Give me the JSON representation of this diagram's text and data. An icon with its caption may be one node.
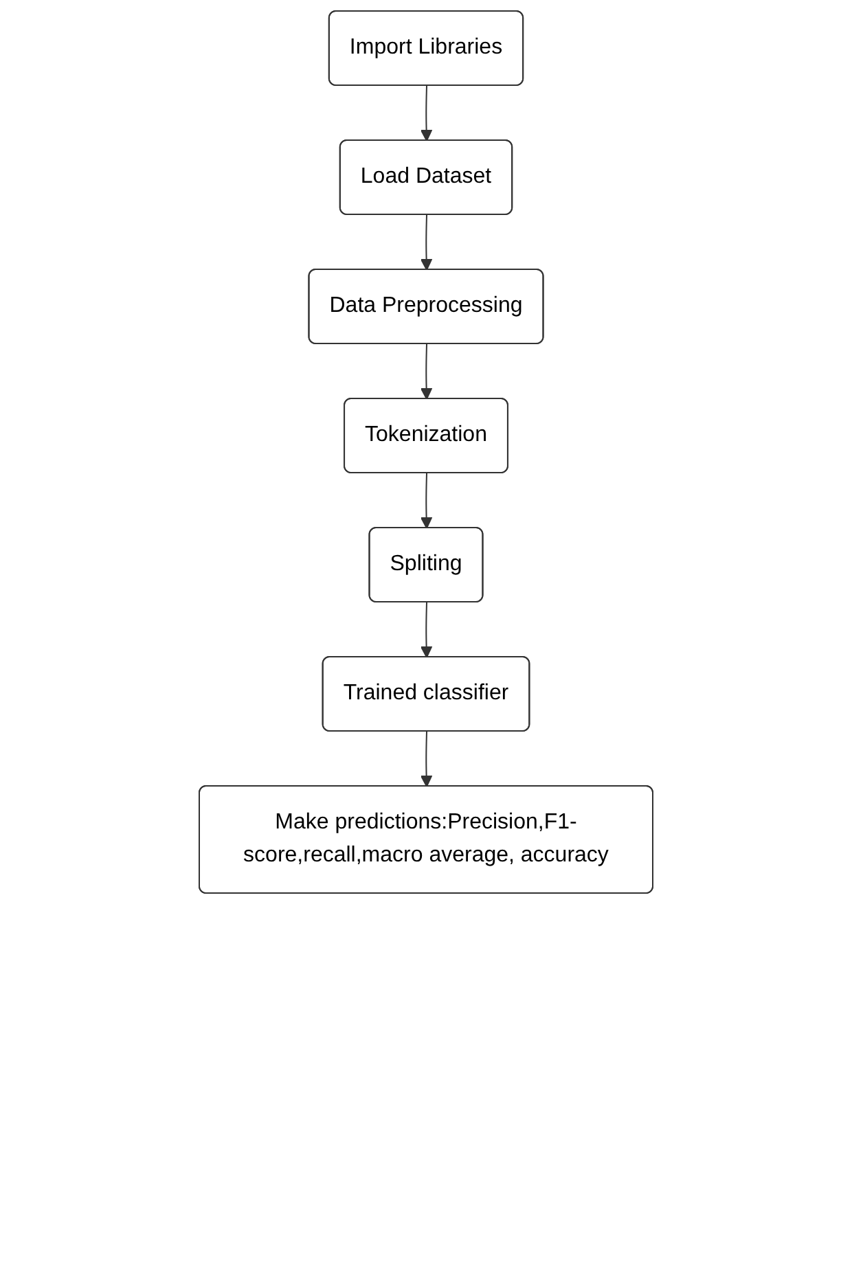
{
  "diagram": {
    "nodes": [
      {
        "text": [
          "Import Libraries"
        ]
      },
      {
        "text": [
          "Load Dataset"
        ]
      },
      {
        "text": [
          "Data Preprocessing"
        ]
      },
      {
        "text": [
          "Tokenization"
        ]
      },
      {
        "text": [
          "Spliting"
        ]
      },
      {
        "text": [
          "Trained classifier"
        ]
      },
      {
        "text": [
          "Make predictions:Precision,F1-score,recall,macro average, accuracy"
        ]
      }
    ],
    "edges": [
      {
        "from": 0,
        "to": 1,
        "arrow": "to"
      },
      {
        "from": 1,
        "to": 2,
        "arrow": "to"
      },
      {
        "from": 2,
        "to": 3,
        "arrow": "to"
      },
      {
        "from": 3,
        "to": 4,
        "arrow": "to"
      },
      {
        "from": 4,
        "to": 5,
        "arrow": "to"
      },
      {
        "from": 5,
        "to": 6,
        "arrow": "to"
      }
    ]
  }
}
